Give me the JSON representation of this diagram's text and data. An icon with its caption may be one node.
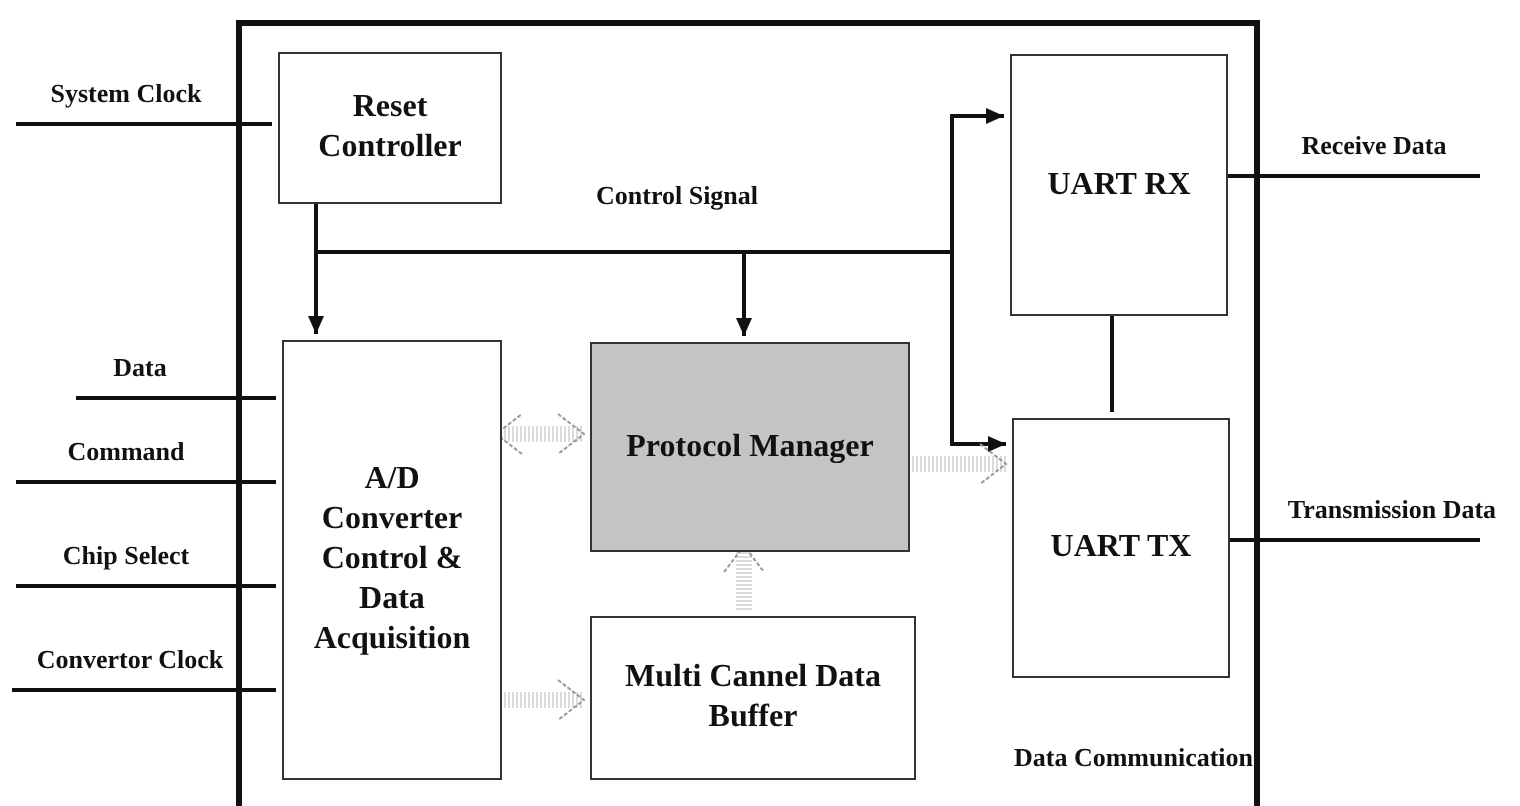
{
  "diagram": {
    "nodes": [
      {
        "text": [],
        "shape": "box"
      },
      {
        "text": [
          "Reset Controller"
        ],
        "in": 0
      },
      {
        "text": [
          "UART RX"
        ],
        "in": 0
      },
      {
        "text": [
          "A/D Converter Control & Data Acquisition"
        ],
        "in": 0
      },
      {
        "text": [
          "Protocol Manager"
        ],
        "in": 0
      },
      {
        "text": [
          "UART TX"
        ],
        "in": 0
      },
      {
        "text": [
          "Multi Cannel Data Buffer"
        ],
        "in": 0
      },
      {
        "text": [
          "System Clock"
        ]
      },
      {
        "text": [
          "Data"
        ]
      },
      {
        "text": [
          "Command"
        ]
      },
      {
        "text": [
          "Chip Select"
        ]
      },
      {
        "text": [
          "Convertor Clock"
        ]
      },
      {
        "text": [
          "Receive Data"
        ]
      },
      {
        "text": [
          "Transmission Data"
        ]
      }
    ],
    "edges": [
      {
        "from": 7,
        "to": 1,
        "arrow": "none"
      },
      {
        "from": 1,
        "to": 3,
        "arrow": "to"
      },
      {
        "from": 1,
        "to": 4,
        "arrow": "to"
      },
      {
        "from": 1,
        "to": 2,
        "arrow": "to"
      },
      {
        "from": 1,
        "to": 5,
        "arrow": "to"
      },
      {
        "from": 2,
        "to": 5,
        "arrow": "none"
      },
      {
        "from": 3,
        "to": 4,
        "arrow": "both",
        "style": "dashed",
        "color": "#999999"
      },
      {
        "from": 3,
        "to": 6,
        "arrow": "to",
        "style": "dashed",
        "color": "#999999"
      },
      {
        "from": 6,
        "to": 4,
        "arrow": "to",
        "style": "dashed",
        "color": "#999999"
      },
      {
        "from": 4,
        "to": 5,
        "arrow": "to",
        "style": "dashed",
        "color": "#999999"
      },
      {
        "from": 8,
        "to": 3,
        "arrow": "none"
      },
      {
        "from": 9,
        "to": 3,
        "arrow": "none"
      },
      {
        "from": 10,
        "to": 3,
        "arrow": "none"
      },
      {
        "from": 11,
        "to": 3,
        "arrow": "none"
      },
      {
        "from": 2,
        "to": 12,
        "arrow": "none"
      },
      {
        "from": 5,
        "to": 13,
        "arrow": "none"
      }
    ],
    "labels": [
      "Control Signal",
      "Data Communication"
    ]
  }
}
